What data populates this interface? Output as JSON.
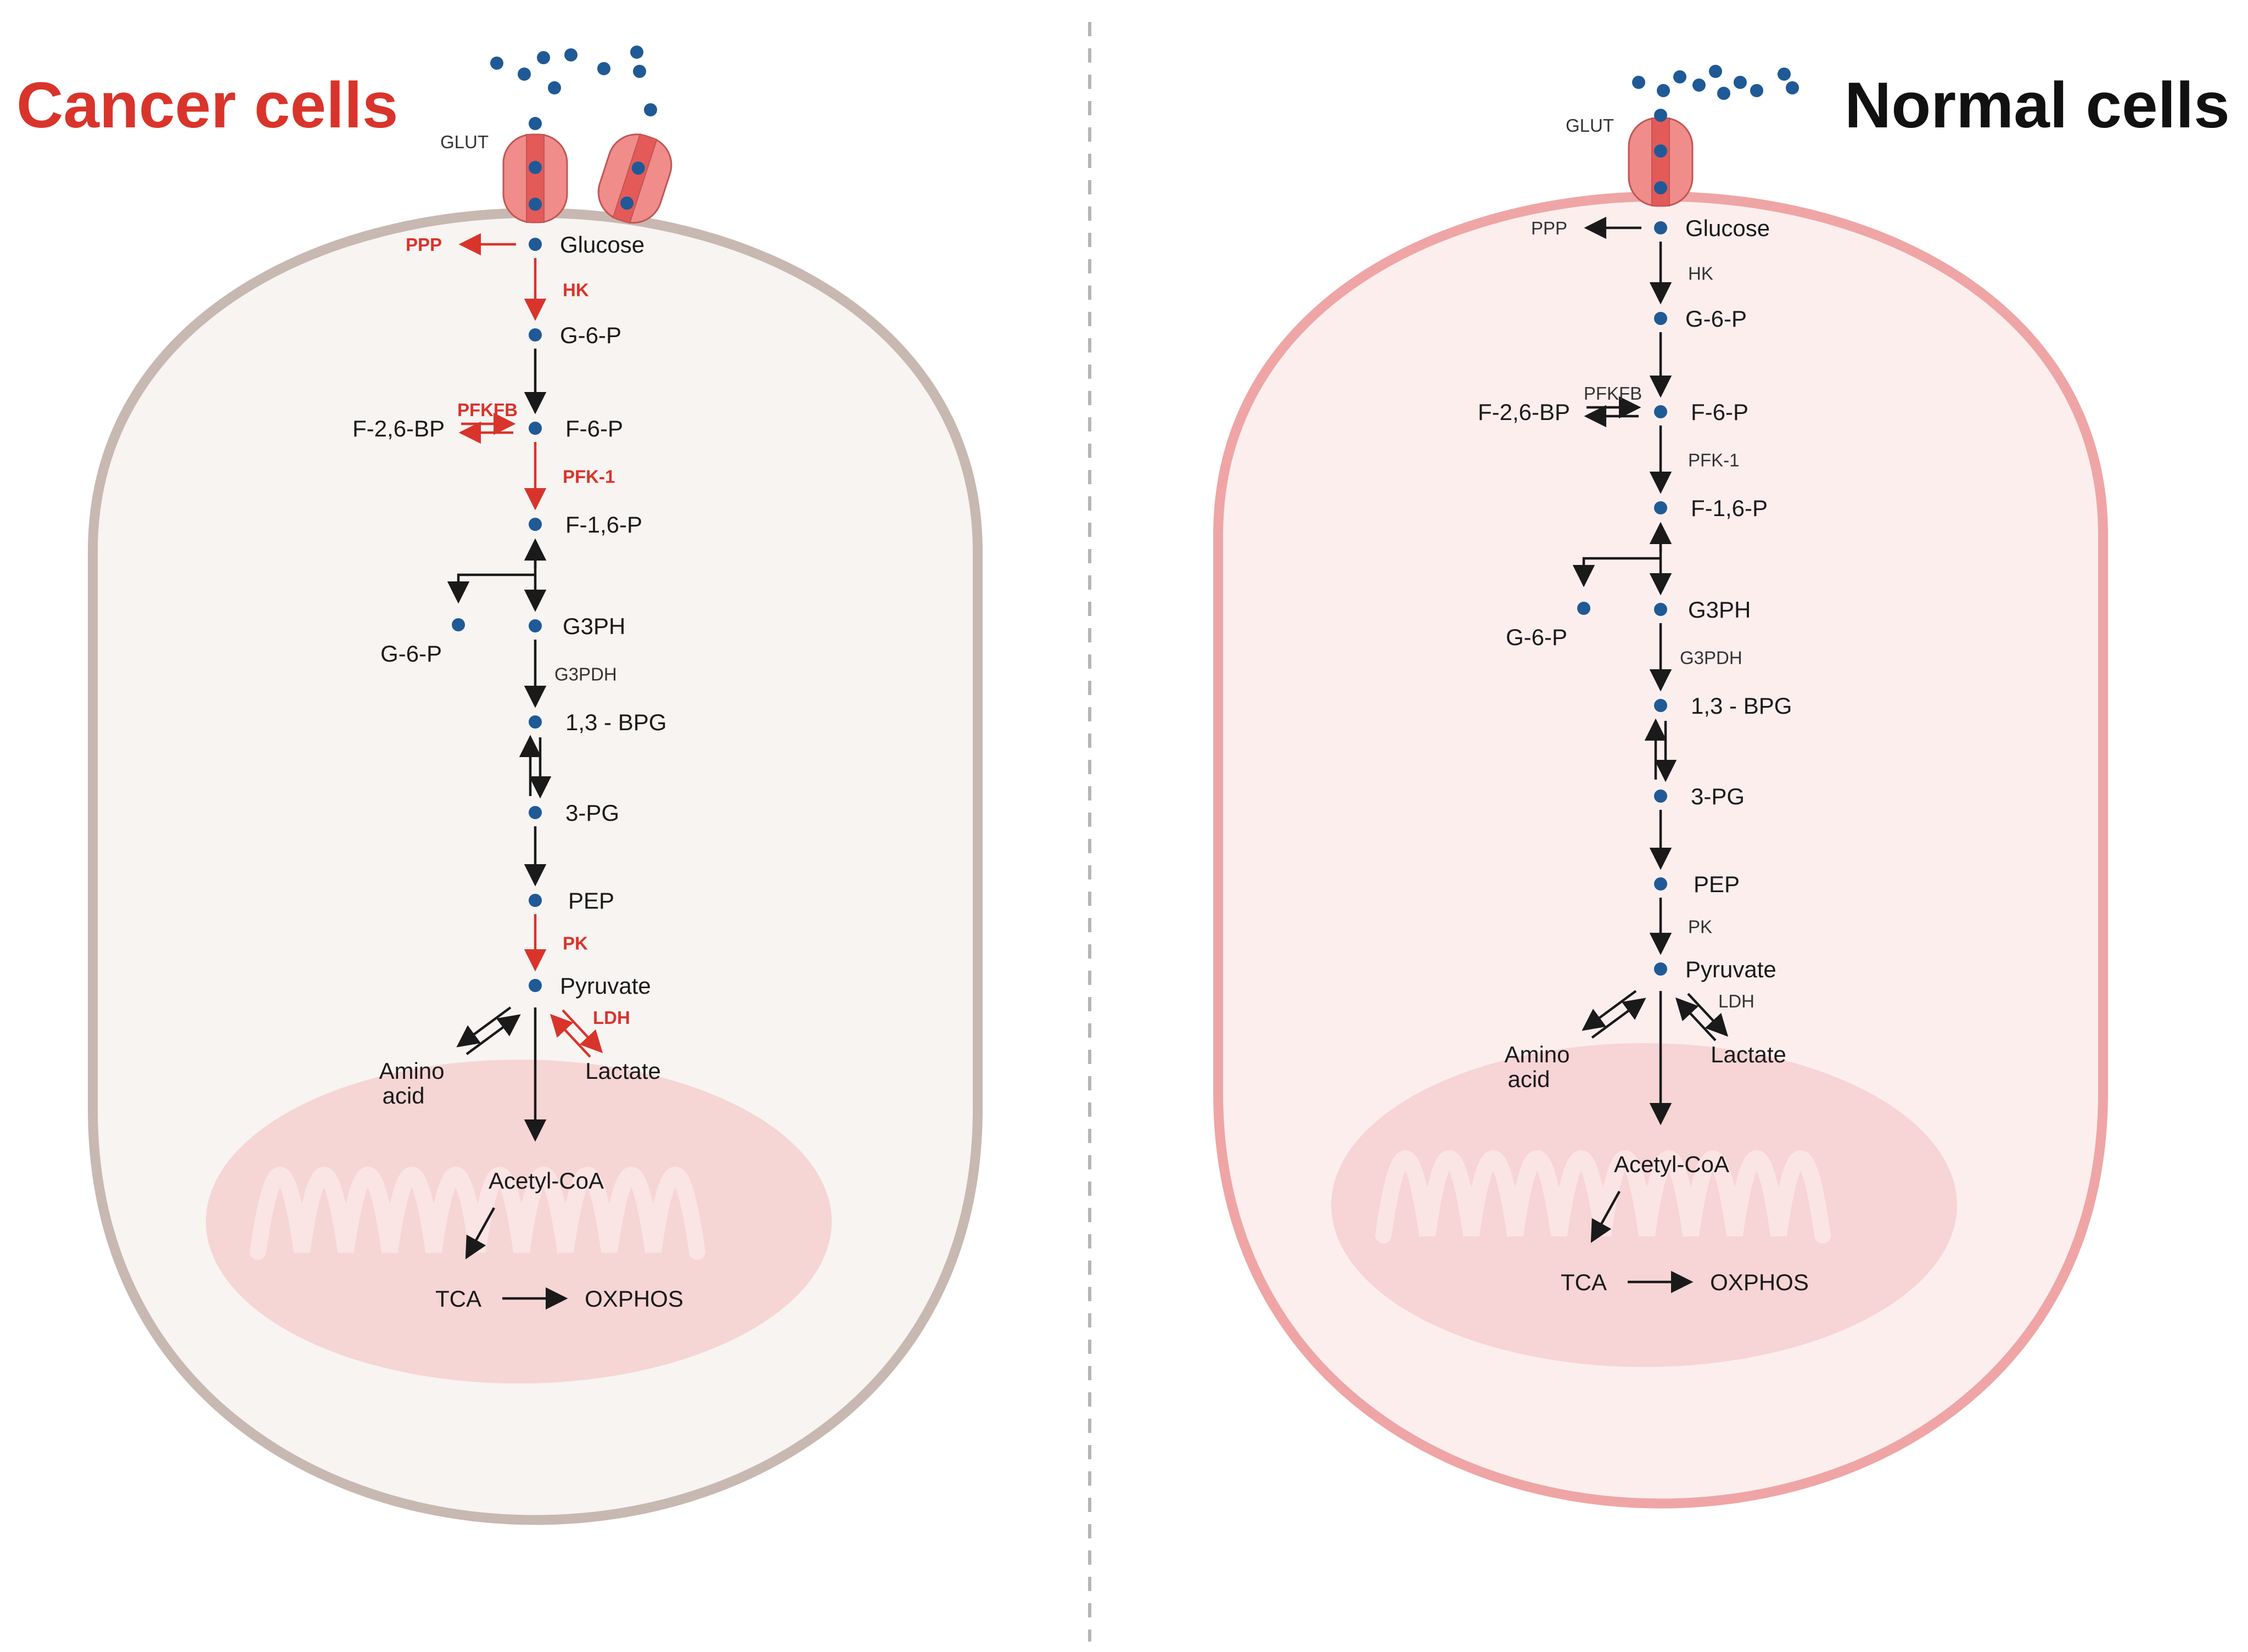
{
  "colors": {
    "highlight": "#d9342b",
    "molecule": "#1f5a96",
    "text": "#1a1a1a",
    "cancer_cell_fill": "#f7f4f2",
    "cancer_cell_border": "#c8b8b2",
    "normal_cell_fill": "#fdeeee",
    "normal_cell_border": "#efa5a5",
    "mitochondria": "#f6cfd0",
    "transporter": "#f08c8a"
  },
  "divider": {
    "style": "dashed",
    "color": "#b5b5b5"
  },
  "panels": [
    {
      "title": "Cancer cells",
      "title_color": "#d9342b",
      "transporter_label": "GLUT",
      "transporter_count": 2,
      "labels": {
        "glucose": "Glucose",
        "g6p": "G-6-P",
        "f6p": "F-6-P",
        "f16p": "F-1,6-P",
        "g3ph": "G3PH",
        "g6p_branch": "G-6-P",
        "bpg": "1,3 - BPG",
        "pg3": "3-PG",
        "pep": "PEP",
        "pyruvate": "Pyruvate",
        "amino": "Amino",
        "amino2": "acid",
        "lactate": "Lactate",
        "acetyl": "Acetyl-CoA",
        "tca": "TCA",
        "oxphos": "OXPHOS",
        "ppp": "PPP",
        "f26bp": "F-2,6-BP",
        "hk": "HK",
        "pfkfb": "PFKFB",
        "pfk1": "PFK-1",
        "g3pdh": "G3PDH",
        "pk": "PK",
        "ldh": "LDH"
      },
      "highlighted": [
        "ppp",
        "hk",
        "pfkfb",
        "pfk1",
        "pk",
        "ldh"
      ]
    },
    {
      "title": "Normal cells",
      "title_color": "#111111",
      "transporter_label": "GLUT",
      "transporter_count": 1,
      "labels": {
        "glucose": "Glucose",
        "g6p": "G-6-P",
        "f6p": "F-6-P",
        "f16p": "F-1,6-P",
        "g3ph": "G3PH",
        "g6p_branch": "G-6-P",
        "bpg": "1,3 - BPG",
        "pg3": "3-PG",
        "pep": "PEP",
        "pyruvate": "Pyruvate",
        "amino": "Amino",
        "amino2": "acid",
        "lactate": "Lactate",
        "acetyl": "Acetyl-CoA",
        "tca": "TCA",
        "oxphos": "OXPHOS",
        "ppp": "PPP",
        "f26bp": "F-2,6-BP",
        "hk": "HK",
        "pfkfb": "PFKFB",
        "pfk1": "PFK-1",
        "g3pdh": "G3PDH",
        "pk": "PK",
        "ldh": "LDH"
      },
      "highlighted": []
    }
  ]
}
